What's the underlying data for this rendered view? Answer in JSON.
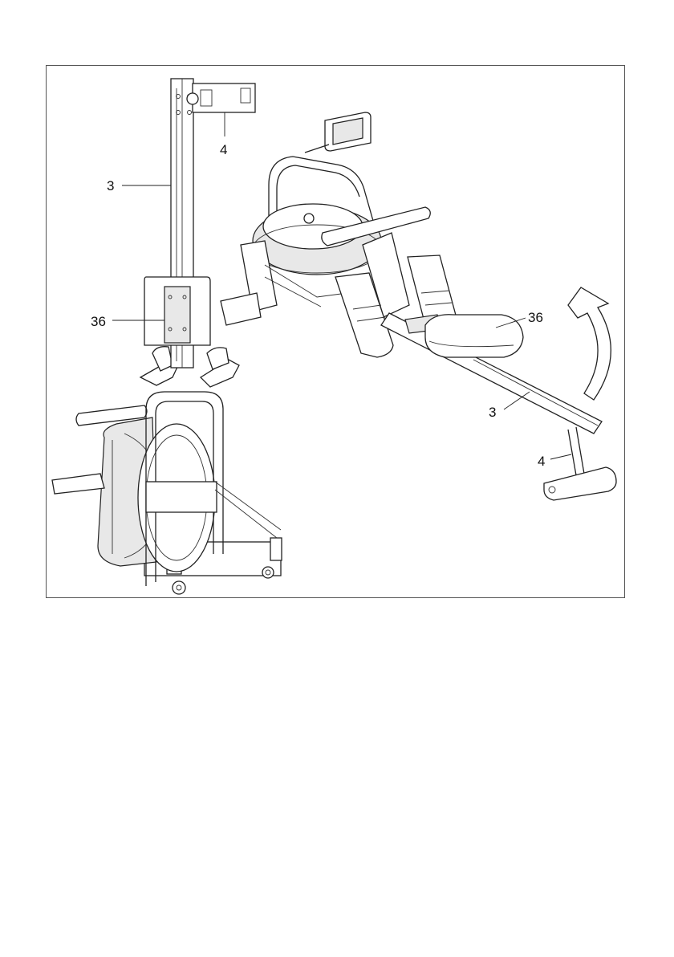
{
  "callouts": {
    "left_rail": "3",
    "left_foot": "4",
    "left_seat": "36",
    "right_rail": "3",
    "right_foot": "4",
    "right_seat": "36"
  },
  "icons": {
    "rotation_arrow": "curved-arrow-icon"
  }
}
